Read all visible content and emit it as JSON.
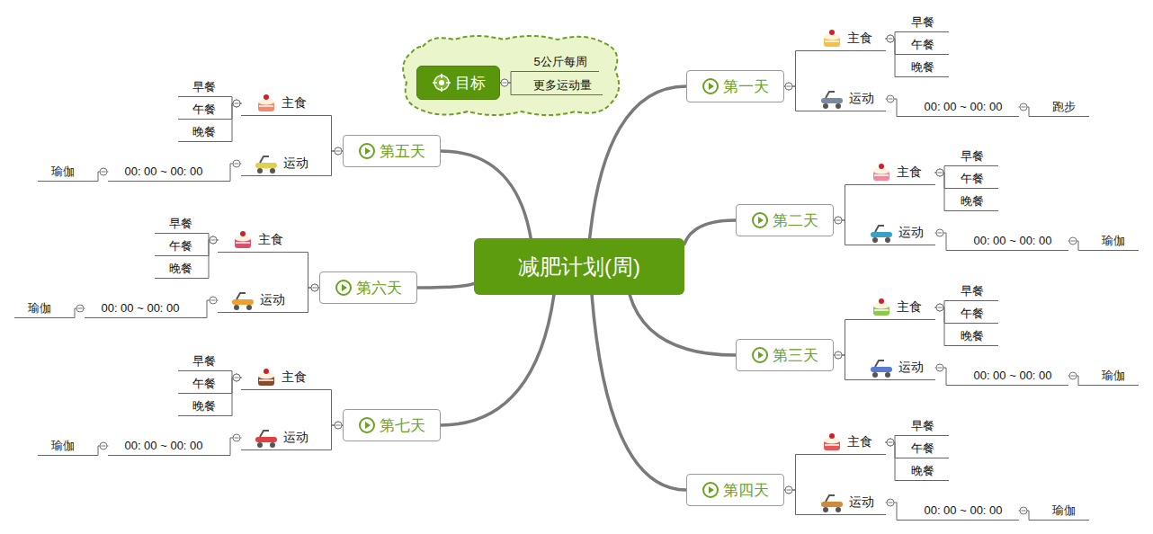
{
  "diagram": {
    "nodes": [
      {
        "text": [
          "减肥计划(周)"
        ]
      },
      {
        "text": [
          "目标"
        ]
      },
      {
        "text": [
          "5公斤每周"
        ]
      },
      {
        "text": [
          "更多运动量"
        ]
      },
      {
        "text": [
          "第一天"
        ]
      },
      {
        "text": [
          "主食"
        ]
      },
      {
        "text": [
          "早餐"
        ]
      },
      {
        "text": [
          "午餐"
        ]
      },
      {
        "text": [
          "晚餐"
        ]
      },
      {
        "text": [
          "运动"
        ]
      },
      {
        "text": [
          "00: 00 ~ 00: 00"
        ]
      },
      {
        "text": [
          "跑步"
        ]
      },
      {
        "text": [
          "第二天"
        ]
      },
      {
        "text": [
          "主食"
        ]
      },
      {
        "text": [
          "早餐"
        ]
      },
      {
        "text": [
          "午餐"
        ]
      },
      {
        "text": [
          "晚餐"
        ]
      },
      {
        "text": [
          "运动"
        ]
      },
      {
        "text": [
          "00: 00 ~ 00: 00"
        ]
      },
      {
        "text": [
          "瑜伽"
        ]
      },
      {
        "text": [
          "第三天"
        ]
      },
      {
        "text": [
          "主食"
        ]
      },
      {
        "text": [
          "早餐"
        ]
      },
      {
        "text": [
          "午餐"
        ]
      },
      {
        "text": [
          "晚餐"
        ]
      },
      {
        "text": [
          "运动"
        ]
      },
      {
        "text": [
          "00: 00 ~ 00: 00"
        ]
      },
      {
        "text": [
          "瑜伽"
        ]
      },
      {
        "text": [
          "第四天"
        ]
      },
      {
        "text": [
          "主食"
        ]
      },
      {
        "text": [
          "早餐"
        ]
      },
      {
        "text": [
          "午餐"
        ]
      },
      {
        "text": [
          "晚餐"
        ]
      },
      {
        "text": [
          "运动"
        ]
      },
      {
        "text": [
          "00: 00 ~ 00: 00"
        ]
      },
      {
        "text": [
          "瑜伽"
        ]
      },
      {
        "text": [
          "第五天"
        ]
      },
      {
        "text": [
          "主食"
        ]
      },
      {
        "text": [
          "早餐"
        ]
      },
      {
        "text": [
          "午餐"
        ]
      },
      {
        "text": [
          "晚餐"
        ]
      },
      {
        "text": [
          "运动"
        ]
      },
      {
        "text": [
          "00: 00 ~ 00: 00"
        ]
      },
      {
        "text": [
          "瑜伽"
        ]
      },
      {
        "text": [
          "第六天"
        ]
      },
      {
        "text": [
          "主食"
        ]
      },
      {
        "text": [
          "早餐"
        ]
      },
      {
        "text": [
          "午餐"
        ]
      },
      {
        "text": [
          "晚餐"
        ]
      },
      {
        "text": [
          "运动"
        ]
      },
      {
        "text": [
          "00: 00 ~ 00: 00"
        ]
      },
      {
        "text": [
          "瑜伽"
        ]
      },
      {
        "text": [
          "第七天"
        ]
      },
      {
        "text": [
          "主食"
        ]
      },
      {
        "text": [
          "早餐"
        ]
      },
      {
        "text": [
          "午餐"
        ]
      },
      {
        "text": [
          "晚餐"
        ]
      },
      {
        "text": [
          "运动"
        ]
      },
      {
        "text": [
          "00: 00 ~ 00: 00"
        ]
      },
      {
        "text": [
          "瑜伽"
        ]
      }
    ],
    "edges": [
      {
        "from": 1,
        "to": 2,
        "arrow": "none"
      },
      {
        "from": 1,
        "to": 3,
        "arrow": "none"
      },
      {
        "from": 0,
        "to": 4,
        "arrow": "none"
      },
      {
        "from": 4,
        "to": 5,
        "arrow": "none"
      },
      {
        "from": 5,
        "to": 6,
        "arrow": "none"
      },
      {
        "from": 5,
        "to": 7,
        "arrow": "none"
      },
      {
        "from": 5,
        "to": 8,
        "arrow": "none"
      },
      {
        "from": 4,
        "to": 9,
        "arrow": "none"
      },
      {
        "from": 9,
        "to": 10,
        "arrow": "none"
      },
      {
        "from": 10,
        "to": 11,
        "arrow": "none"
      },
      {
        "from": 0,
        "to": 12,
        "arrow": "none"
      },
      {
        "from": 12,
        "to": 13,
        "arrow": "none"
      },
      {
        "from": 13,
        "to": 14,
        "arrow": "none"
      },
      {
        "from": 13,
        "to": 15,
        "arrow": "none"
      },
      {
        "from": 13,
        "to": 16,
        "arrow": "none"
      },
      {
        "from": 12,
        "to": 17,
        "arrow": "none"
      },
      {
        "from": 17,
        "to": 18,
        "arrow": "none"
      },
      {
        "from": 18,
        "to": 19,
        "arrow": "none"
      },
      {
        "from": 0,
        "to": 20,
        "arrow": "none"
      },
      {
        "from": 20,
        "to": 21,
        "arrow": "none"
      },
      {
        "from": 21,
        "to": 22,
        "arrow": "none"
      },
      {
        "from": 21,
        "to": 23,
        "arrow": "none"
      },
      {
        "from": 21,
        "to": 24,
        "arrow": "none"
      },
      {
        "from": 20,
        "to": 25,
        "arrow": "none"
      },
      {
        "from": 25,
        "to": 26,
        "arrow": "none"
      },
      {
        "from": 26,
        "to": 27,
        "arrow": "none"
      },
      {
        "from": 0,
        "to": 28,
        "arrow": "none"
      },
      {
        "from": 28,
        "to": 29,
        "arrow": "none"
      },
      {
        "from": 29,
        "to": 30,
        "arrow": "none"
      },
      {
        "from": 29,
        "to": 31,
        "arrow": "none"
      },
      {
        "from": 29,
        "to": 32,
        "arrow": "none"
      },
      {
        "from": 28,
        "to": 33,
        "arrow": "none"
      },
      {
        "from": 33,
        "to": 34,
        "arrow": "none"
      },
      {
        "from": 34,
        "to": 35,
        "arrow": "none"
      },
      {
        "from": 0,
        "to": 36,
        "arrow": "none"
      },
      {
        "from": 36,
        "to": 37,
        "arrow": "none"
      },
      {
        "from": 37,
        "to": 38,
        "arrow": "none"
      },
      {
        "from": 37,
        "to": 39,
        "arrow": "none"
      },
      {
        "from": 37,
        "to": 40,
        "arrow": "none"
      },
      {
        "from": 36,
        "to": 41,
        "arrow": "none"
      },
      {
        "from": 41,
        "to": 42,
        "arrow": "none"
      },
      {
        "from": 42,
        "to": 43,
        "arrow": "none"
      },
      {
        "from": 0,
        "to": 44,
        "arrow": "none"
      },
      {
        "from": 44,
        "to": 45,
        "arrow": "none"
      },
      {
        "from": 45,
        "to": 46,
        "arrow": "none"
      },
      {
        "from": 45,
        "to": 47,
        "arrow": "none"
      },
      {
        "from": 45,
        "to": 48,
        "arrow": "none"
      },
      {
        "from": 44,
        "to": 49,
        "arrow": "none"
      },
      {
        "from": 49,
        "to": 50,
        "arrow": "none"
      },
      {
        "from": 50,
        "to": 51,
        "arrow": "none"
      },
      {
        "from": 0,
        "to": 52,
        "arrow": "none"
      },
      {
        "from": 52,
        "to": 53,
        "arrow": "none"
      },
      {
        "from": 53,
        "to": 54,
        "arrow": "none"
      },
      {
        "from": 53,
        "to": 55,
        "arrow": "none"
      },
      {
        "from": 53,
        "to": 56,
        "arrow": "none"
      },
      {
        "from": 52,
        "to": 57,
        "arrow": "none"
      },
      {
        "from": 57,
        "to": 58,
        "arrow": "none"
      },
      {
        "from": 58,
        "to": 59,
        "arrow": "none"
      }
    ]
  }
}
